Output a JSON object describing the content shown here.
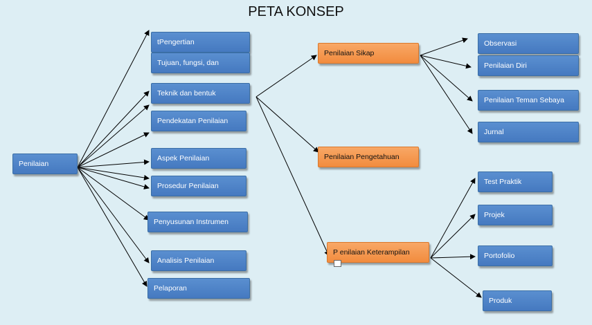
{
  "title": "PETA KONSEP",
  "colors": {
    "blue_node": "#4f84c8",
    "orange_node": "#f59a50",
    "background": "#ddeef4",
    "arrow": "#000000"
  },
  "nodes": {
    "penilaian": "Penilaian",
    "pengertian": "tPengertian",
    "tujuan": "Tujuan, fungsi, dan",
    "teknik": "Teknik dan bentuk",
    "pendekatan": "Pendekatan Penilaian",
    "aspek": "Aspek Penilaian",
    "prosedur": "Prosedur Penilaian",
    "penyusunan": "Penyusunan Instrumen",
    "analisis": "Analisis Penilaian",
    "pelaporan": "Pelaporan",
    "sikap": "Penilaian Sikap",
    "pengetahuan": "Penilaian Pengetahuan",
    "keterampilan": "P enilaian Keterampilan",
    "observasi": "Observasi",
    "diri": "Penilaian Diri",
    "teman": "Penilaian Teman Sebaya",
    "jurnal": "Jurnal",
    "test": "Test  Praktik",
    "projek": "Projek",
    "portofolio": "Portofolio",
    "produk": "Produk"
  }
}
